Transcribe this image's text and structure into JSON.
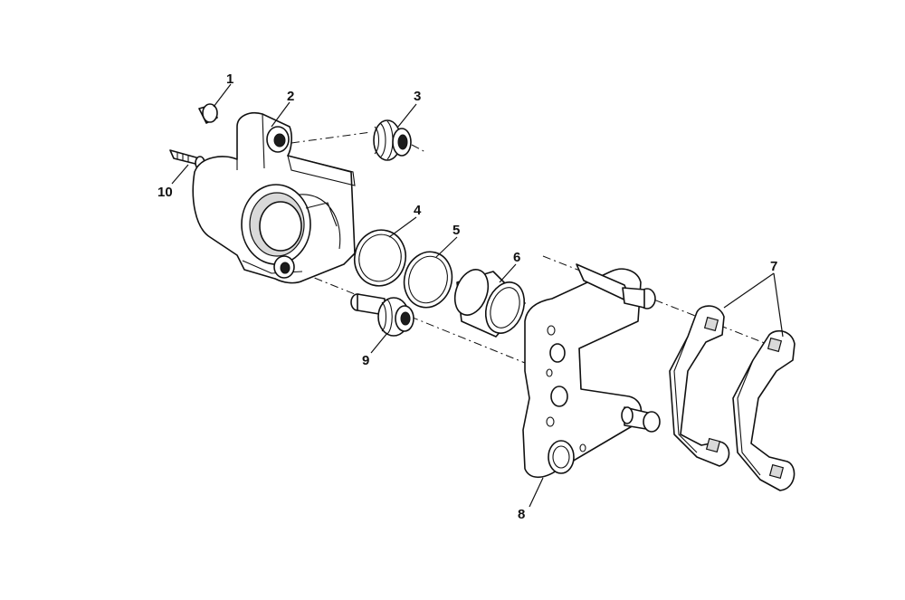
{
  "callouts": [
    {
      "id": "c1",
      "label": "1"
    },
    {
      "id": "c2",
      "label": "2"
    },
    {
      "id": "c3",
      "label": "3"
    },
    {
      "id": "c4",
      "label": "4"
    },
    {
      "id": "c5",
      "label": "5"
    },
    {
      "id": "c6",
      "label": "6"
    },
    {
      "id": "c7",
      "label": "7"
    },
    {
      "id": "c8",
      "label": "8"
    },
    {
      "id": "c9",
      "label": "9"
    },
    {
      "id": "c10",
      "label": "10"
    }
  ],
  "colors": {
    "line": "#111111",
    "background": "#ffffff",
    "shade": "#d9d9d9"
  }
}
